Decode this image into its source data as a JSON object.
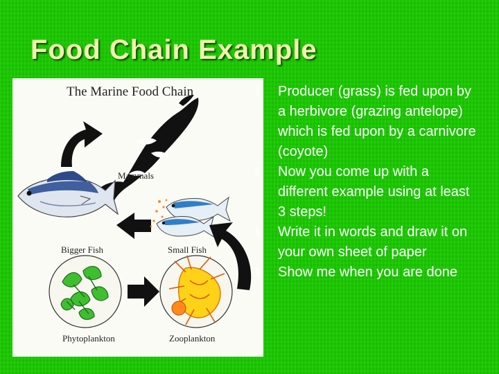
{
  "slide": {
    "title": "Food Chain Example",
    "bullet_glyph": "§",
    "bullets": [
      "Producer (grass) is fed upon by a herbivore (grazing antelope) which is fed upon by a carnivore (coyote)",
      "Now you come up with a different example using at least 3 steps!",
      "Write it in words and draw it on your own sheet of paper",
      "Show me when you are done"
    ]
  },
  "figure": {
    "title": "The Marine Food Chain",
    "labels": {
      "mammals": "Mammals",
      "bigger_fish": "Bigger Fish",
      "small_fish": "Small Fish",
      "phytoplankton": "Phytoplankton",
      "zooplankton": "Zooplankton"
    }
  },
  "colors": {
    "background": "#1ac900",
    "title": "#f2f2b0",
    "text": "#ffffff"
  }
}
